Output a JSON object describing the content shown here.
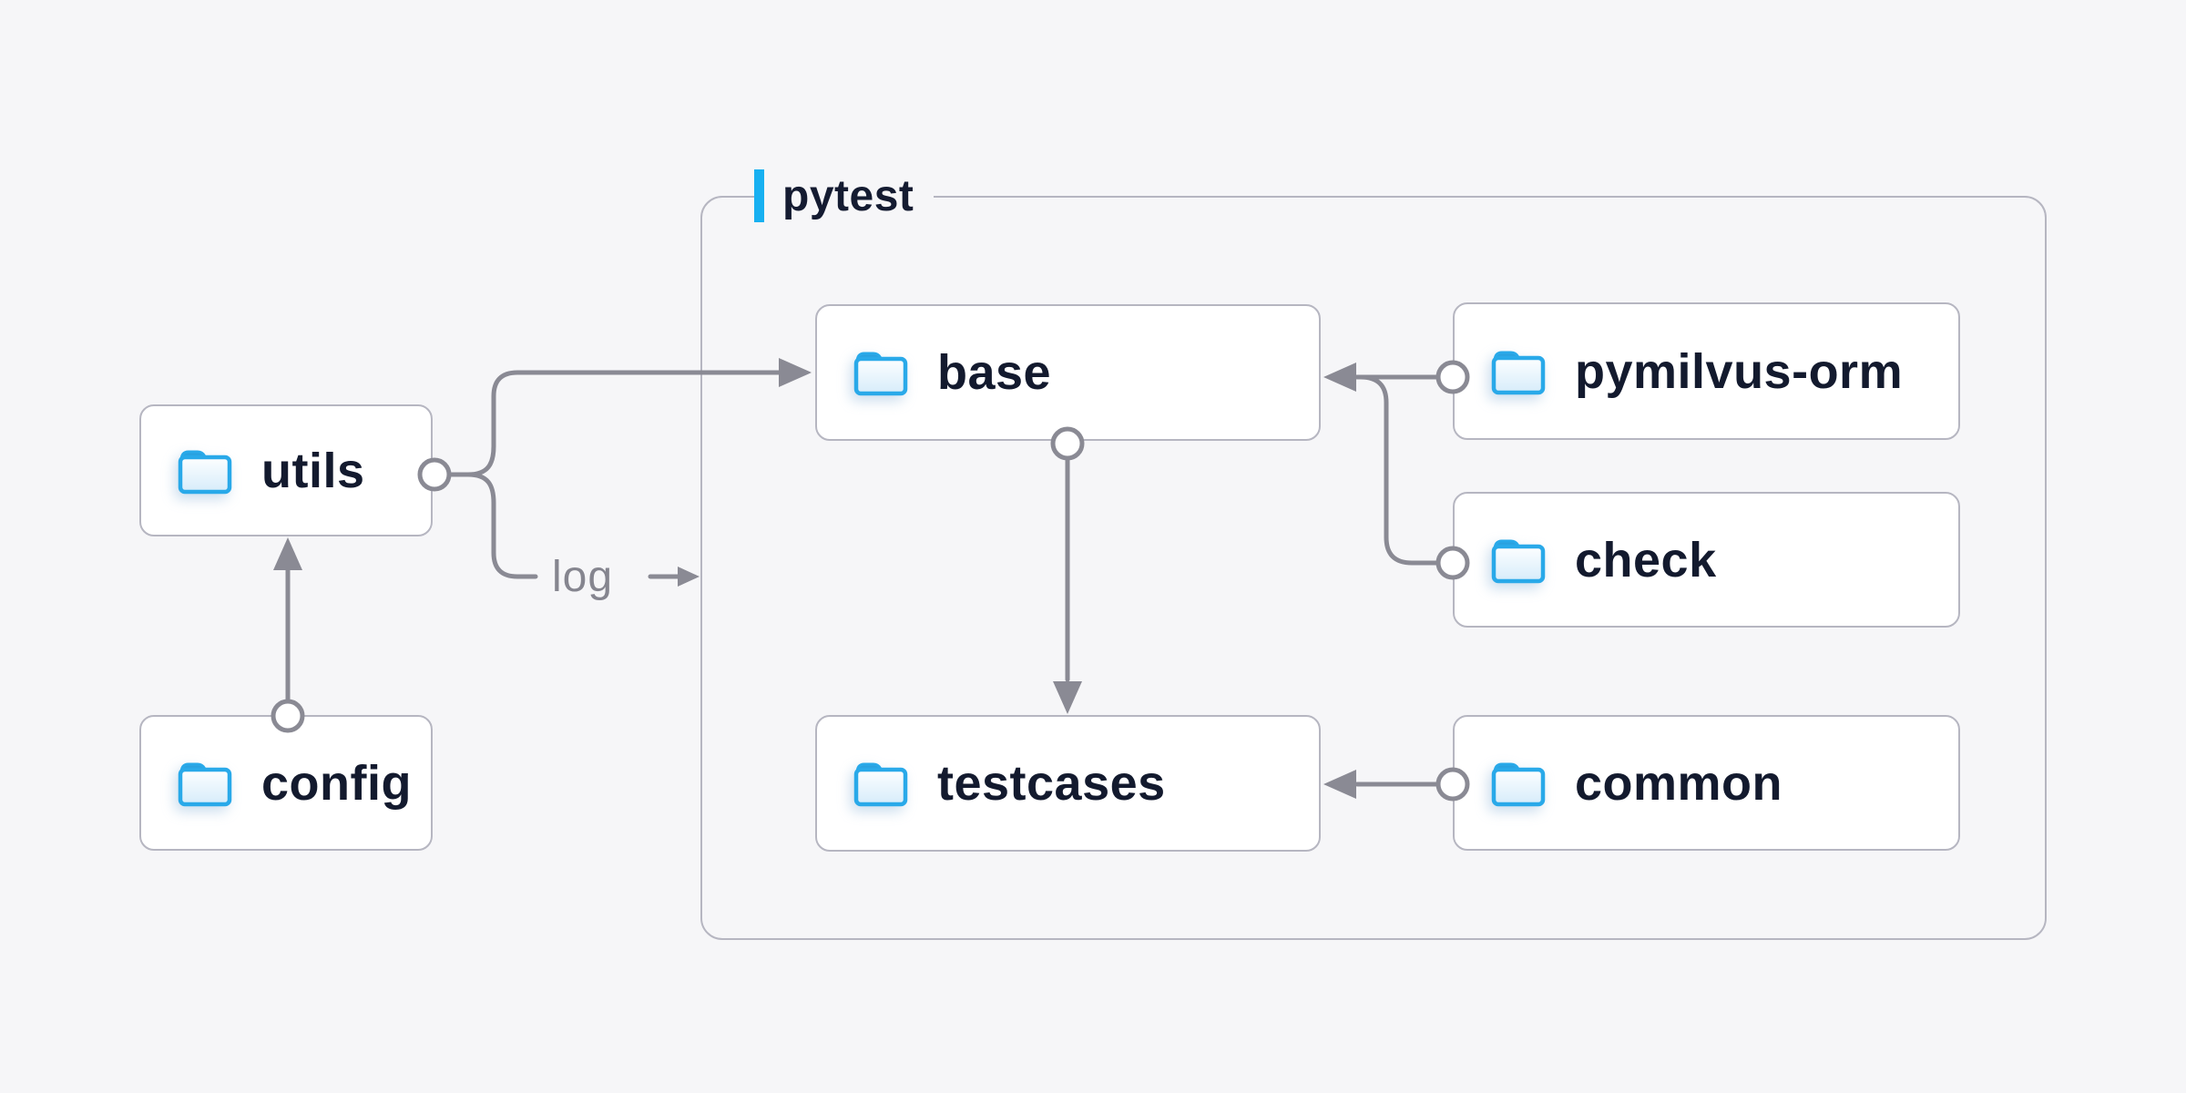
{
  "page": {
    "background": "#f6f6f8"
  },
  "group": {
    "label": "pytest",
    "accent_color": "#17b0f1",
    "icon": "accent-bar-icon"
  },
  "nodes": {
    "utils": {
      "label": "utils",
      "icon": "folder-icon"
    },
    "config": {
      "label": "config",
      "icon": "folder-icon"
    },
    "base": {
      "label": "base",
      "icon": "folder-icon"
    },
    "pymilvus_orm": {
      "label": "pymilvus-orm",
      "icon": "folder-icon"
    },
    "check": {
      "label": "check",
      "icon": "folder-icon"
    },
    "testcases": {
      "label": "testcases",
      "icon": "folder-icon"
    },
    "common": {
      "label": "common",
      "icon": "folder-icon"
    }
  },
  "edges": [
    {
      "from": "config",
      "to": "utils",
      "label": ""
    },
    {
      "from": "utils",
      "to": "base",
      "label": ""
    },
    {
      "from": "utils",
      "to": "pytest-group",
      "label": "log"
    },
    {
      "from": "base",
      "to": "testcases",
      "label": ""
    },
    {
      "from": "pymilvus_orm",
      "to": "base",
      "label": ""
    },
    {
      "from": "check",
      "to": "base",
      "label": ""
    },
    {
      "from": "common",
      "to": "testcases",
      "label": ""
    }
  ],
  "colors": {
    "background": "#f6f6f8",
    "node_background": "#ffffff",
    "node_border": "#b6b6c1",
    "group_border": "#b6b6c1",
    "connector": "#8a8a94",
    "text": "#131a2e",
    "log_text": "#85858f",
    "accent_blue": "#17b0f1",
    "folder_blue": "#29a9e9"
  }
}
